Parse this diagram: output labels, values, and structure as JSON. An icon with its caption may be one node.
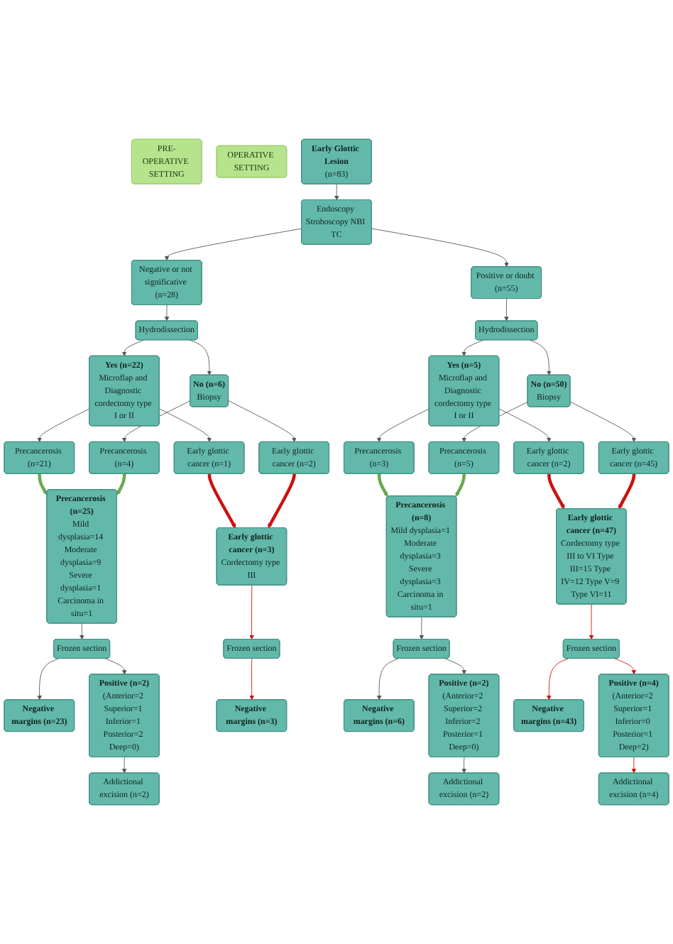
{
  "diagram": {
    "nodes": [
      {
        "text": [
          "PRE-OPERATIVE SETTING"
        ]
      },
      {
        "text": [
          "OPERATIVE SETTING"
        ]
      },
      {
        "text": [
          "Early Glottic Lesion",
          "(n=83)"
        ]
      },
      {
        "text": [
          "Endoscopy Stroboscopy NBI TC"
        ]
      },
      {
        "text": [
          "Negative or not significative (n=28)"
        ]
      },
      {
        "text": [
          "Positive or doubt (n=55)"
        ]
      },
      {
        "text": [
          "Hydrodissection"
        ]
      },
      {
        "text": [
          "Hydrodissection"
        ]
      },
      {
        "text": [
          "Yes (n=22)",
          "Microflap and Diagnostic cordectomy type I or II"
        ]
      },
      {
        "text": [
          "No (n=6)",
          "Biopsy"
        ]
      },
      {
        "text": [
          "Yes (n=5)",
          "Microflap and Diagnostic cordectomy type I or II"
        ]
      },
      {
        "text": [
          "No (n=50)",
          "Biopsy"
        ]
      },
      {
        "text": [
          "Precancerosis (n=21)"
        ]
      },
      {
        "text": [
          "Early glottic cancer (n=1)"
        ]
      },
      {
        "text": [
          "Precancerosis (n=4)"
        ]
      },
      {
        "text": [
          "Early glottic cancer (n=2)"
        ]
      },
      {
        "text": [
          "Precancerosis (n=3)"
        ]
      },
      {
        "text": [
          "Early glottic cancer (n=2)"
        ]
      },
      {
        "text": [
          "Precancerosis (n=5)"
        ]
      },
      {
        "text": [
          "Early glottic cancer (n=45)"
        ]
      },
      {
        "text": [
          "Precancerosis (n=25)",
          "Mild dysplasia=14 Moderate dysplasia=9 Severe dysplasia=1 Carcinoma in situ=1"
        ]
      },
      {
        "text": [
          "Early glottic cancer (n=3)",
          "Cordectomy type III"
        ]
      },
      {
        "text": [
          "Precancerosis (n=8)",
          "Mild dysplasia=1 Moderate dysplasia=3 Severe dysplasia=3 Carcinoma in situ=1"
        ]
      },
      {
        "text": [
          "Early glottic cancer (n=47)",
          "Cordectomy type III to VI Type III=15 Type IV=12 Type V=9 Type VI=11"
        ]
      },
      {
        "text": [
          "Frozen section"
        ]
      },
      {
        "text": [
          "Frozen section"
        ]
      },
      {
        "text": [
          "Frozen section"
        ]
      },
      {
        "text": [
          "Frozen section"
        ]
      },
      {
        "text": [
          "Negative margins (n=23)"
        ]
      },
      {
        "text": [
          "Positive (n=2)",
          "(Anterior=2 Superior=1 Inferior=1 Posterior=2 Deep=0)"
        ]
      },
      {
        "text": [
          "Negative margins (n=3)"
        ]
      },
      {
        "text": [
          "Addictional excision (n=2)"
        ]
      },
      {
        "text": [
          "Negative margins (n=6)"
        ]
      },
      {
        "text": [
          "Positive (n=2)",
          "(Anterior=2 Superior=2 Inferior=2 Posterior=1 Deep=0)"
        ]
      },
      {
        "text": [
          "Addictional excision (n=2)"
        ]
      },
      {
        "text": [
          "Negative margins (n=43)"
        ]
      },
      {
        "text": [
          "Positive (n=4)",
          "(Anterior=2 Superior=1 Inferior=0 Posterior=1 Deep=2)"
        ]
      },
      {
        "text": [
          "Addictional excision (n=4)"
        ]
      }
    ],
    "edges": [
      {
        "from": 2,
        "to": 3,
        "arrow": "to"
      },
      {
        "from": 3,
        "to": 4,
        "arrow": "to"
      },
      {
        "from": 3,
        "to": 5,
        "arrow": "to"
      },
      {
        "from": 4,
        "to": 6,
        "arrow": "to"
      },
      {
        "from": 5,
        "to": 7,
        "arrow": "to"
      },
      {
        "from": 6,
        "to": 8,
        "arrow": "to"
      },
      {
        "from": 6,
        "to": 9,
        "arrow": "to"
      },
      {
        "from": 7,
        "to": 10,
        "arrow": "to"
      },
      {
        "from": 7,
        "to": 11,
        "arrow": "to"
      },
      {
        "from": 8,
        "to": 12,
        "arrow": "to"
      },
      {
        "from": 8,
        "to": 13,
        "arrow": "to"
      },
      {
        "from": 9,
        "to": 14,
        "arrow": "to"
      },
      {
        "from": 9,
        "to": 15,
        "arrow": "to"
      },
      {
        "from": 10,
        "to": 16,
        "arrow": "to"
      },
      {
        "from": 10,
        "to": 17,
        "arrow": "to"
      },
      {
        "from": 11,
        "to": 18,
        "arrow": "to"
      },
      {
        "from": 11,
        "to": 19,
        "arrow": "to"
      },
      {
        "from": 12,
        "to": 20,
        "arrow": "to",
        "style": "thick",
        "color": "#6aa84f"
      },
      {
        "from": 14,
        "to": 20,
        "arrow": "to",
        "style": "thick",
        "color": "#6aa84f"
      },
      {
        "from": 13,
        "to": 21,
        "arrow": "to",
        "style": "thick",
        "color": "#cc1111"
      },
      {
        "from": 15,
        "to": 21,
        "arrow": "to",
        "style": "thick",
        "color": "#cc1111"
      },
      {
        "from": 16,
        "to": 22,
        "arrow": "to",
        "style": "thick",
        "color": "#6aa84f"
      },
      {
        "from": 18,
        "to": 22,
        "arrow": "to",
        "style": "thick",
        "color": "#6aa84f"
      },
      {
        "from": 17,
        "to": 23,
        "arrow": "to",
        "style": "thick",
        "color": "#cc1111"
      },
      {
        "from": 19,
        "to": 23,
        "arrow": "to",
        "style": "thick",
        "color": "#cc1111"
      },
      {
        "from": 20,
        "to": 24,
        "arrow": "to"
      },
      {
        "from": 21,
        "to": 25,
        "arrow": "to",
        "color": "#cc1111"
      },
      {
        "from": 22,
        "to": 26,
        "arrow": "to"
      },
      {
        "from": 23,
        "to": 27,
        "arrow": "to",
        "color": "#cc1111"
      },
      {
        "from": 24,
        "to": 28,
        "arrow": "to"
      },
      {
        "from": 24,
        "to": 29,
        "arrow": "to"
      },
      {
        "from": 25,
        "to": 30,
        "arrow": "to",
        "color": "#cc1111"
      },
      {
        "from": 29,
        "to": 31,
        "arrow": "to"
      },
      {
        "from": 26,
        "to": 32,
        "arrow": "to"
      },
      {
        "from": 26,
        "to": 33,
        "arrow": "to"
      },
      {
        "from": 33,
        "to": 34,
        "arrow": "to"
      },
      {
        "from": 27,
        "to": 35,
        "arrow": "to",
        "color": "#cc1111"
      },
      {
        "from": 27,
        "to": 36,
        "arrow": "to",
        "color": "#cc1111"
      },
      {
        "from": 36,
        "to": 37,
        "arrow": "to",
        "color": "#cc1111"
      }
    ]
  }
}
